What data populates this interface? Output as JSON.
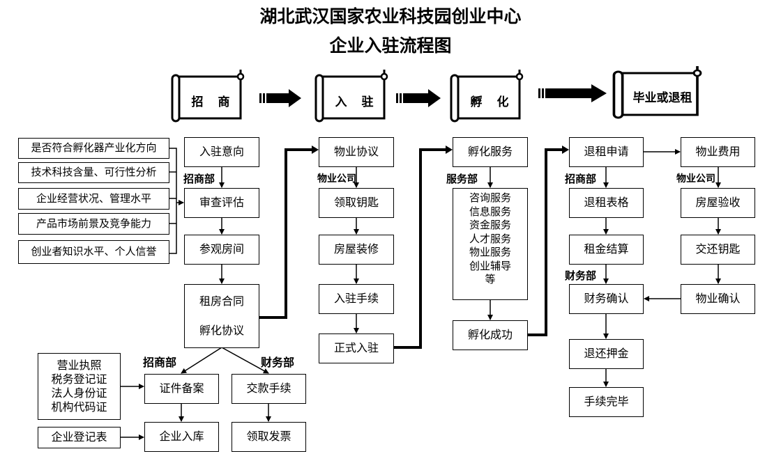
{
  "title": {
    "line1": "湖北武汉国家农业科技园创业中心",
    "line2": "企业入驻流程图"
  },
  "stages": [
    "招　商",
    "入　驻",
    "孵　化",
    "毕业或退租"
  ],
  "criteria": [
    "是否符合孵化器产业化方向",
    "技术科技含量、可行性分析",
    "企业经营状况、管理水平",
    "产品市场前景及竞争能力",
    "创业者知识水平、个人信誉"
  ],
  "recruit": {
    "dept": "招商部",
    "steps": [
      "入驻意向",
      "审查评估",
      "参观房间"
    ],
    "contract_lines": [
      "租房合同",
      "孵化协议"
    ]
  },
  "documents": {
    "lines": [
      "营业执照",
      "税务登记证",
      "法人身份证",
      "机构代码证"
    ],
    "registration_form": "企业登记表"
  },
  "branch_left": {
    "dept": "招商部",
    "steps": [
      "证件备案",
      "企业入库"
    ]
  },
  "branch_right": {
    "dept": "财务部",
    "steps": [
      "交款手续",
      "领取发票"
    ]
  },
  "settle": {
    "dept": "物业公司",
    "steps": [
      "物业协议",
      "领取钥匙",
      "房屋装修",
      "入驻手续",
      "正式入驻"
    ]
  },
  "incubate": {
    "dept": "服务部",
    "head": "孵化服务",
    "services": [
      "咨询服务",
      "信息服务",
      "资金服务",
      "人才服务",
      "物业服务",
      "创业辅导",
      "等"
    ],
    "success": "孵化成功"
  },
  "exit": {
    "dept1": "招商部",
    "dept2": "财务部",
    "steps": [
      "退租申请",
      "退租表格",
      "租金结算",
      "财务确认",
      "退还押金",
      "手续完毕"
    ]
  },
  "property": {
    "dept": "物业公司",
    "steps": [
      "物业费用",
      "房屋验收",
      "交还钥匙",
      "物业确认"
    ]
  }
}
